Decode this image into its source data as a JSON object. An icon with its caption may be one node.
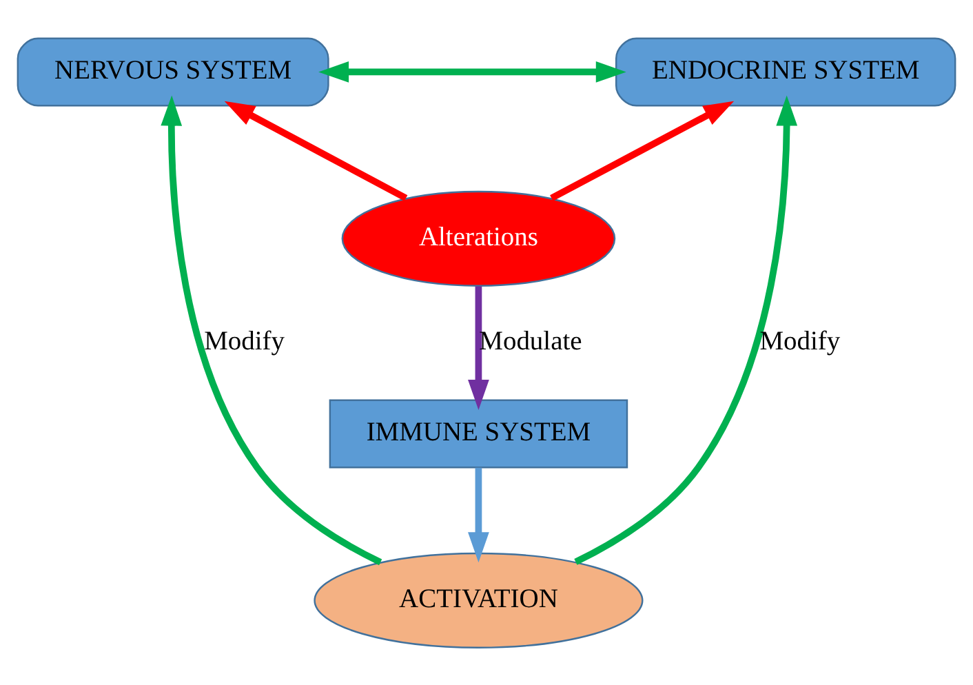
{
  "diagram": {
    "nodes": [
      {
        "text": [
          "NERVOUS SYSTEM"
        ]
      },
      {
        "text": [
          "ENDOCRINE SYSTEM"
        ]
      },
      {
        "text": [
          "Alterations"
        ]
      },
      {
        "text": [
          "IMMUNE SYSTEM"
        ]
      },
      {
        "text": [
          "ACTIVATION"
        ]
      }
    ],
    "edges": [
      {
        "from": 0,
        "to": 1,
        "arrow": "both"
      },
      {
        "from": 2,
        "to": 0,
        "arrow": "to",
        "color": "#ff0000"
      },
      {
        "from": 2,
        "to": 1,
        "arrow": "to",
        "color": "#ff0000"
      },
      {
        "from": 2,
        "to": 3,
        "arrow": "to",
        "label": "Modulate",
        "color": "#7030a0"
      },
      {
        "from": 3,
        "to": 4,
        "arrow": "to",
        "color": "#5b9bd5"
      },
      {
        "from": 4,
        "to": 0,
        "arrow": "to",
        "label": "Modify"
      },
      {
        "from": 4,
        "to": 1,
        "arrow": "to",
        "label": "Modify"
      }
    ]
  }
}
